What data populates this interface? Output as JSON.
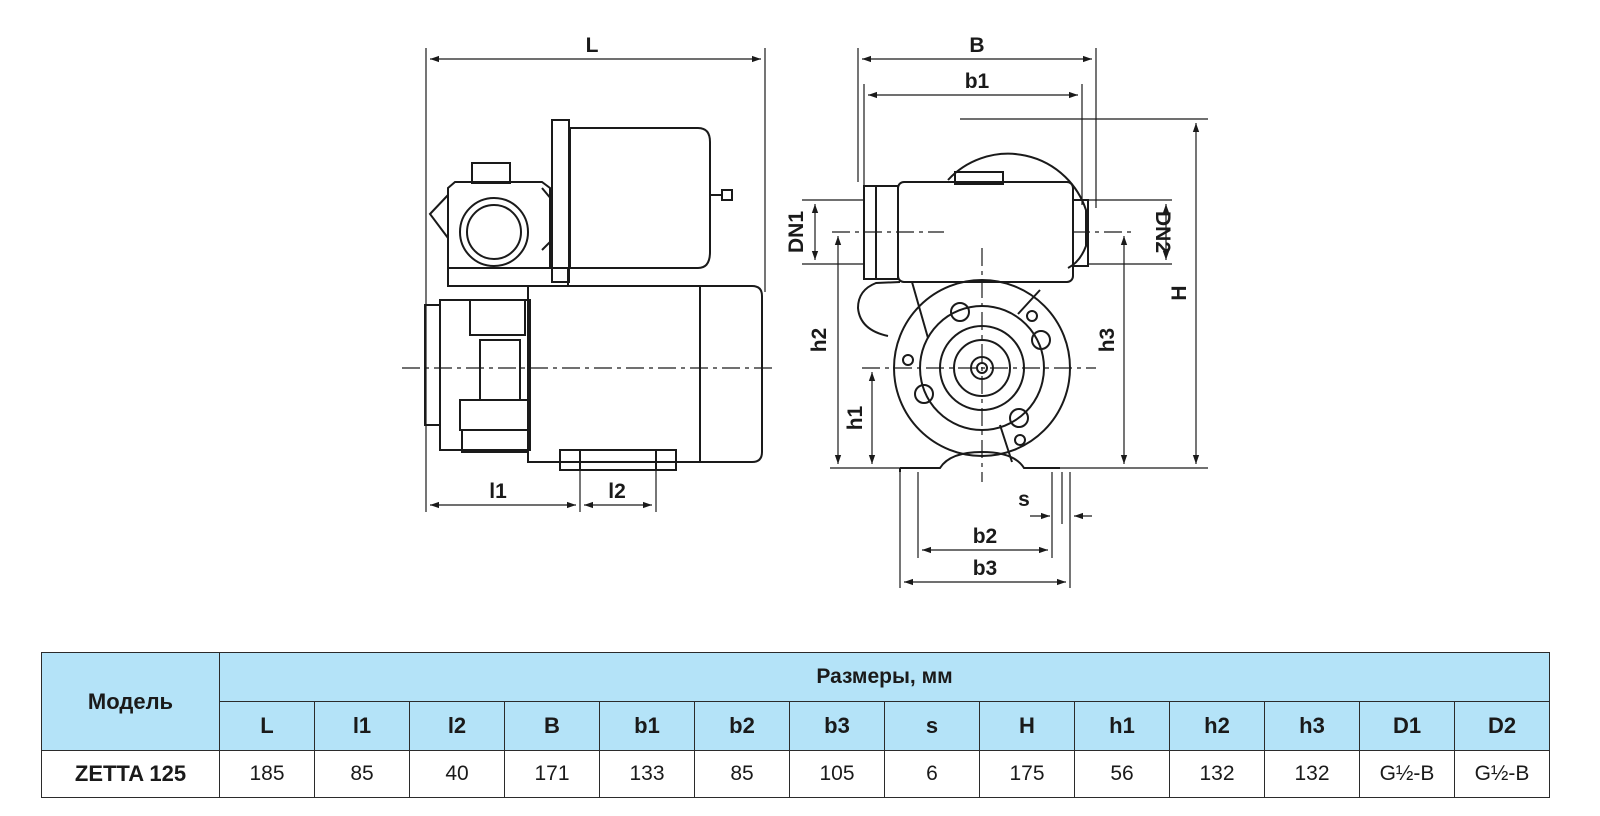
{
  "drawing": {
    "labels": {
      "L": "L",
      "l1": "l1",
      "l2": "l2",
      "B": "B",
      "b1": "b1",
      "b2": "b2",
      "b3": "b3",
      "s": "s",
      "H": "H",
      "h1": "h1",
      "h2": "h2",
      "h3": "h3",
      "DN1": "DN1",
      "DN2": "DN2"
    }
  },
  "table": {
    "model_header": "Модель",
    "group_header": "Размеры, мм",
    "columns": [
      "L",
      "l1",
      "l2",
      "B",
      "b1",
      "b2",
      "b3",
      "s",
      "H",
      "h1",
      "h2",
      "h3",
      "D1",
      "D2"
    ],
    "rows": [
      {
        "model": "ZETTA 125",
        "values": [
          "185",
          "85",
          "40",
          "171",
          "133",
          "85",
          "105",
          "6",
          "175",
          "56",
          "132",
          "132",
          "G½-B",
          "G½-B"
        ]
      }
    ]
  },
  "colors": {
    "header_bg": "#b4e3f8",
    "line": "#1a1a1a"
  }
}
